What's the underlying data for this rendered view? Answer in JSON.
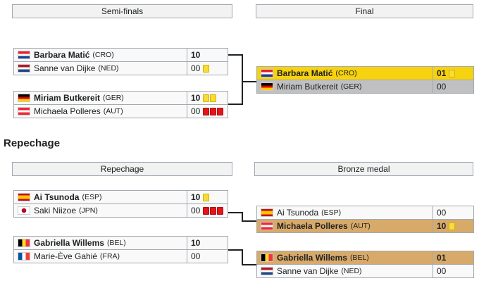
{
  "headers": {
    "semifinals": "Semi-finals",
    "final": "Final",
    "repechage": "Repechage",
    "bronze": "Bronze medal"
  },
  "section_title": "Repechage",
  "semifinal1": {
    "p1": {
      "name": "Barbara Matić",
      "code": "(CRO)",
      "score": "10",
      "flag": "flag-croatia-icon",
      "cards": []
    },
    "p2": {
      "name": "Sanne van Dijke",
      "code": "(NED)",
      "score": "00",
      "flag": "flag-netherlands-icon",
      "cards": [
        "yellow"
      ]
    }
  },
  "semifinal2": {
    "p1": {
      "name": "Miriam Butkereit",
      "code": "(GER)",
      "score": "10",
      "flag": "flag-germany-icon",
      "cards": [
        "yellow",
        "yellow"
      ]
    },
    "p2": {
      "name": "Michaela Polleres",
      "code": "(AUT)",
      "score": "00",
      "flag": "flag-austria-icon",
      "cards": [
        "red",
        "red",
        "red"
      ]
    }
  },
  "final": {
    "p1": {
      "name": "Barbara Matić",
      "code": "(CRO)",
      "score": "01",
      "flag": "flag-croatia-icon",
      "cards": [
        "yellow"
      ]
    },
    "p2": {
      "name": "Miriam Butkereit",
      "code": "(GER)",
      "score": "00",
      "flag": "flag-germany-icon",
      "cards": []
    }
  },
  "repechage1": {
    "p1": {
      "name": "Ai Tsunoda",
      "code": "(ESP)",
      "score": "10",
      "flag": "flag-spain-icon",
      "cards": [
        "yellow"
      ]
    },
    "p2": {
      "name": "Saki Niizoe",
      "code": "(JPN)",
      "score": "00",
      "flag": "flag-japan-icon",
      "cards": [
        "red",
        "red",
        "red"
      ]
    }
  },
  "repechage2": {
    "p1": {
      "name": "Gabriella Willems",
      "code": "(BEL)",
      "score": "10",
      "flag": "flag-belgium-icon",
      "cards": []
    },
    "p2": {
      "name": "Marie-Ève Gahié",
      "code": "(FRA)",
      "score": "00",
      "flag": "flag-france-icon",
      "cards": []
    }
  },
  "bronze1": {
    "p1": {
      "name": "Ai Tsunoda",
      "code": "(ESP)",
      "score": "00",
      "flag": "flag-spain-icon",
      "cards": []
    },
    "p2": {
      "name": "Michaela Polleres",
      "code": "(AUT)",
      "score": "10",
      "flag": "flag-austria-icon",
      "cards": [
        "yellow"
      ]
    }
  },
  "bronze2": {
    "p1": {
      "name": "Gabriella Willems",
      "code": "(BEL)",
      "score": "01",
      "flag": "flag-belgium-icon",
      "cards": []
    },
    "p2": {
      "name": "Sanne van Dijke",
      "code": "(NED)",
      "score": "00",
      "flag": "flag-netherlands-icon",
      "cards": []
    }
  },
  "colors": {
    "gold": "#f7d20e",
    "silver": "#c0c0c0",
    "bronze": "#d8aa6a",
    "header_bg": "#f2f2f2",
    "border": "#a2a9b1"
  }
}
